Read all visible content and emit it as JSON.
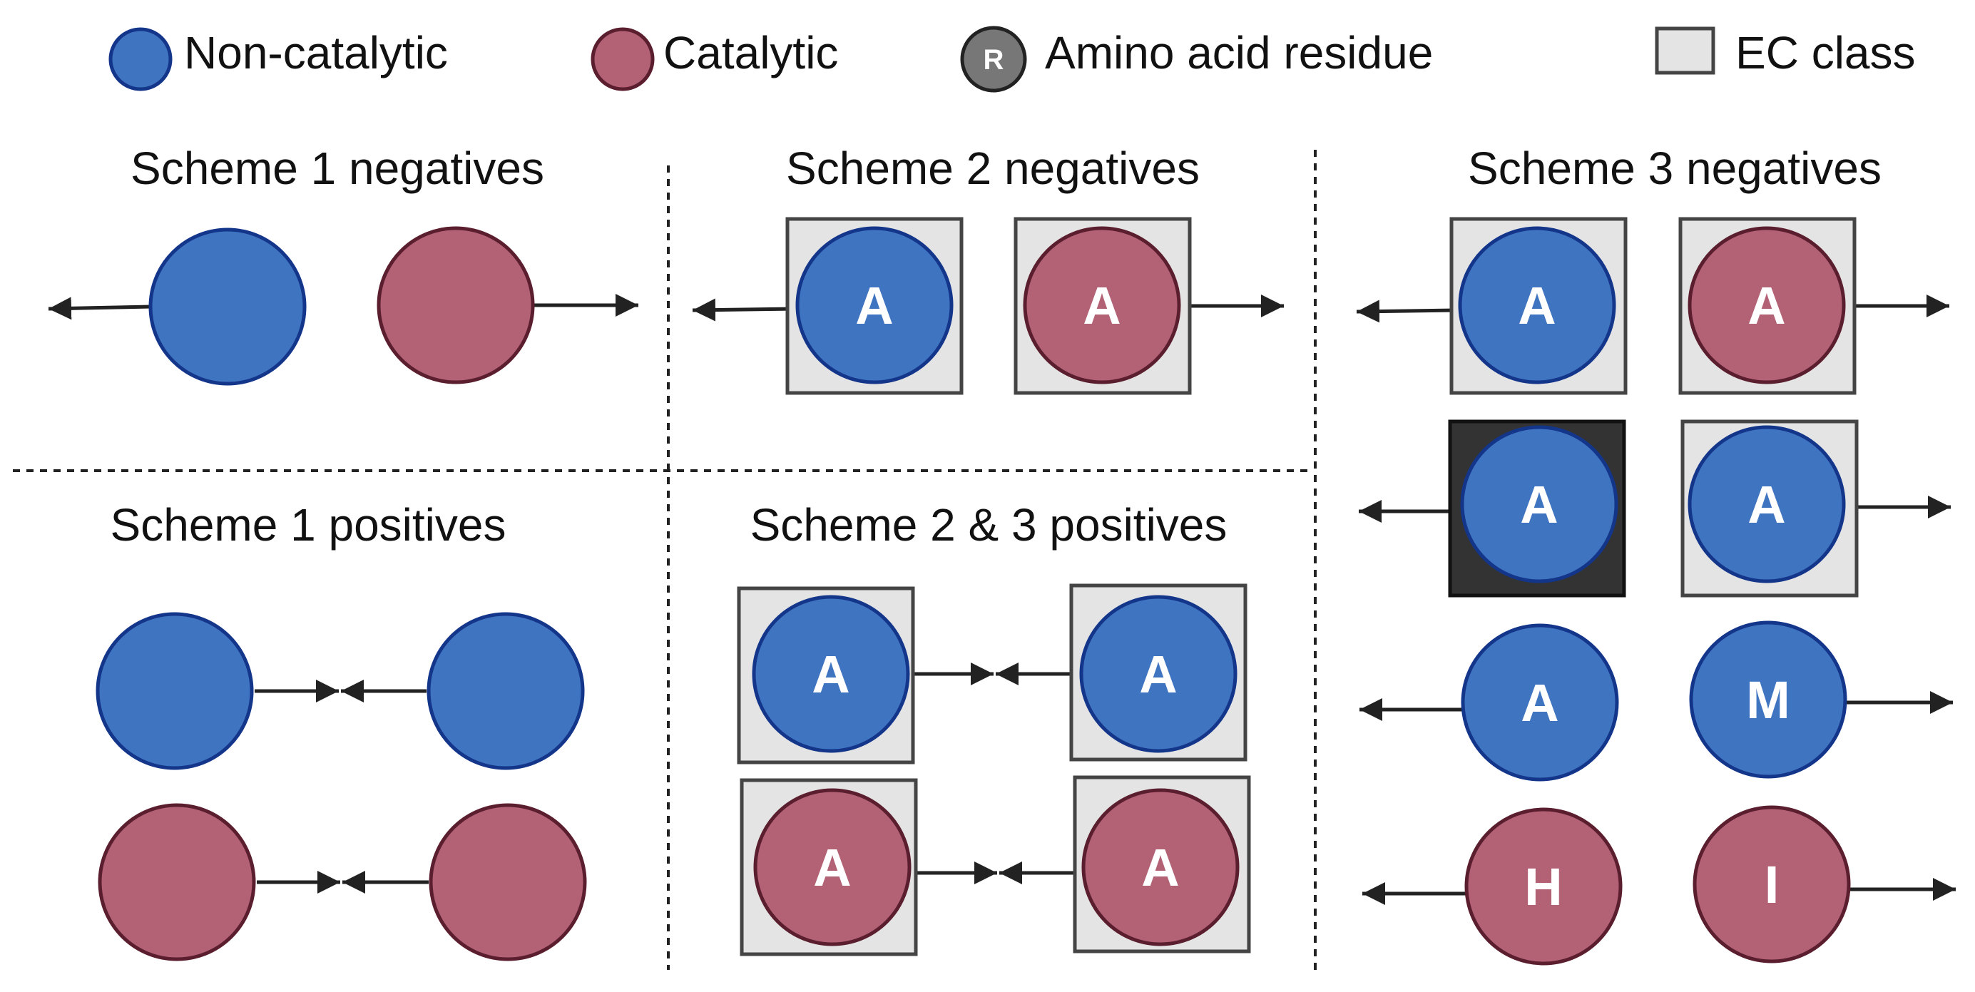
{
  "legend": {
    "non_catalytic": "Non-catalytic",
    "catalytic": "Catalytic",
    "residue_badge": "R",
    "amino_acid_residue": "Amino acid residue",
    "ec_class": "EC class"
  },
  "headings": {
    "scheme1_negatives": "Scheme 1 negatives",
    "scheme2_negatives": "Scheme 2 negatives",
    "scheme3_negatives": "Scheme 3 negatives",
    "scheme1_positives": "Scheme 1 positives",
    "scheme23_positives": "Scheme 2 & 3 positives"
  },
  "residues": {
    "scheme2_neg_left": "A",
    "scheme2_neg_right": "A",
    "scheme23_pos_top_left": "A",
    "scheme23_pos_top_right": "A",
    "scheme23_pos_bottom_left": "A",
    "scheme23_pos_bottom_right": "A",
    "scheme3_row1_left": "A",
    "scheme3_row1_right": "A",
    "scheme3_row2_left": "A",
    "scheme3_row2_right": "A",
    "scheme3_row3_left": "A",
    "scheme3_row3_right": "M",
    "scheme3_row4_left": "H",
    "scheme3_row4_right": "I"
  },
  "colors": {
    "non_catalytic": "#3f74c0",
    "non_catalytic_stroke": "#13358a",
    "catalytic": "#b36175",
    "catalytic_stroke": "#5a1e2e",
    "ec_box": "#e4e4e4",
    "ec_box_dark": "#333333",
    "residue_badge": "#777777"
  }
}
